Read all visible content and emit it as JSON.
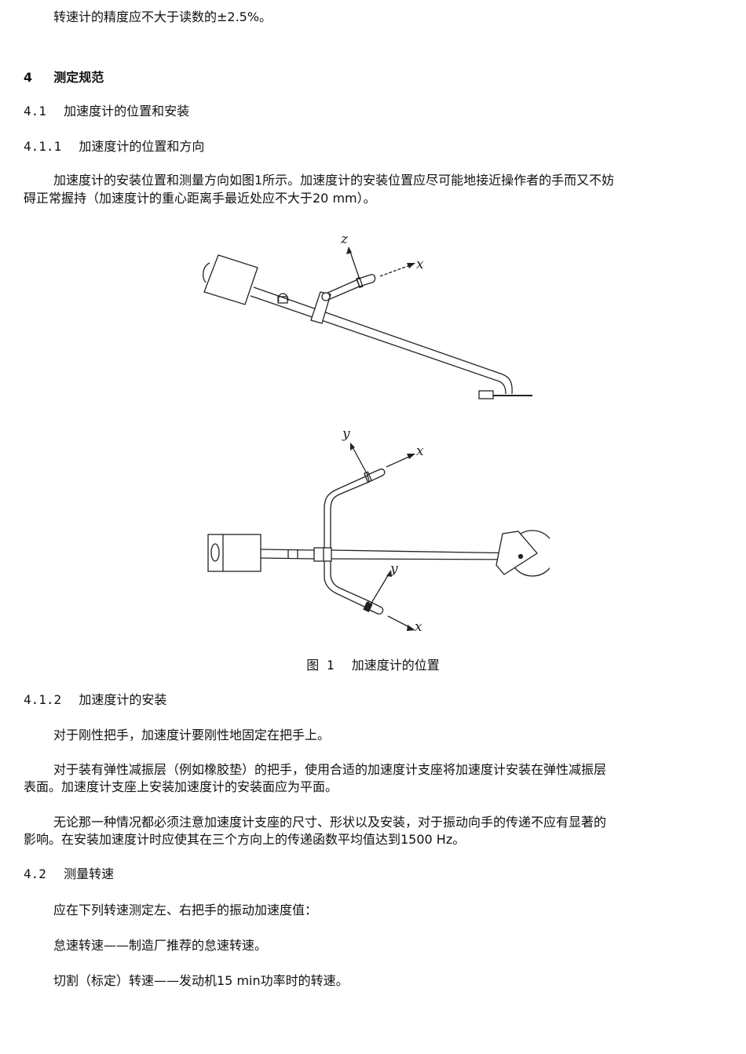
{
  "document": {
    "intro_paragraph": "转速计的精度应不大于读数的±2.5%。",
    "section_4": {
      "number": "4",
      "title": "测定规范"
    },
    "section_4_1": {
      "number": "4.1",
      "title": "加速度计的位置和安装"
    },
    "section_4_1_1": {
      "number": "4.1.1",
      "title": "加速度计的位置和方向",
      "paragraph_line1": "加速度计的安装位置和测量方向如图1所示。加速度计的安装位置应尽可能地接近操作者的手而又不妨",
      "paragraph_line2": "碍正常握持（加速度计的重心距离手最近处应不大于20 mm）。"
    },
    "figure_1": {
      "caption_prefix": "图 1",
      "caption_title": "加速度计的位置",
      "side_view_labels": {
        "z": "z",
        "x": "x"
      },
      "top_view_labels": {
        "y_upper": "y",
        "x_upper": "x",
        "y_lower": "y",
        "x_lower": "x"
      }
    },
    "section_4_1_2": {
      "number": "4.1.2",
      "title": "加速度计的安装",
      "paragraph1": "对于刚性把手，加速度计要刚性地固定在把手上。",
      "paragraph2_line1": "对于装有弹性减振层（例如橡胶垫）的把手，使用合适的加速度计支座将加速度计安装在弹性减振层",
      "paragraph2_line2": "表面。加速度计支座上安装加速度计的安装面应为平面。",
      "paragraph3_line1": "无论那一种情况都必须注意加速度计支座的尺寸、形状以及安装，对于振动向手的传递不应有显著的",
      "paragraph3_line2": "影响。在安装加速度计时应使其在三个方向上的传递函数平均值达到1500 Hz。"
    },
    "section_4_2": {
      "number": "4.2",
      "title": "测量转速",
      "paragraph1": "应在下列转速测定左、右把手的振动加速度值：",
      "paragraph2": "怠速转速——制造厂推荐的怠速转速。",
      "paragraph3": "切割（标定）转速——发动机15 min功率时的转速。"
    }
  }
}
